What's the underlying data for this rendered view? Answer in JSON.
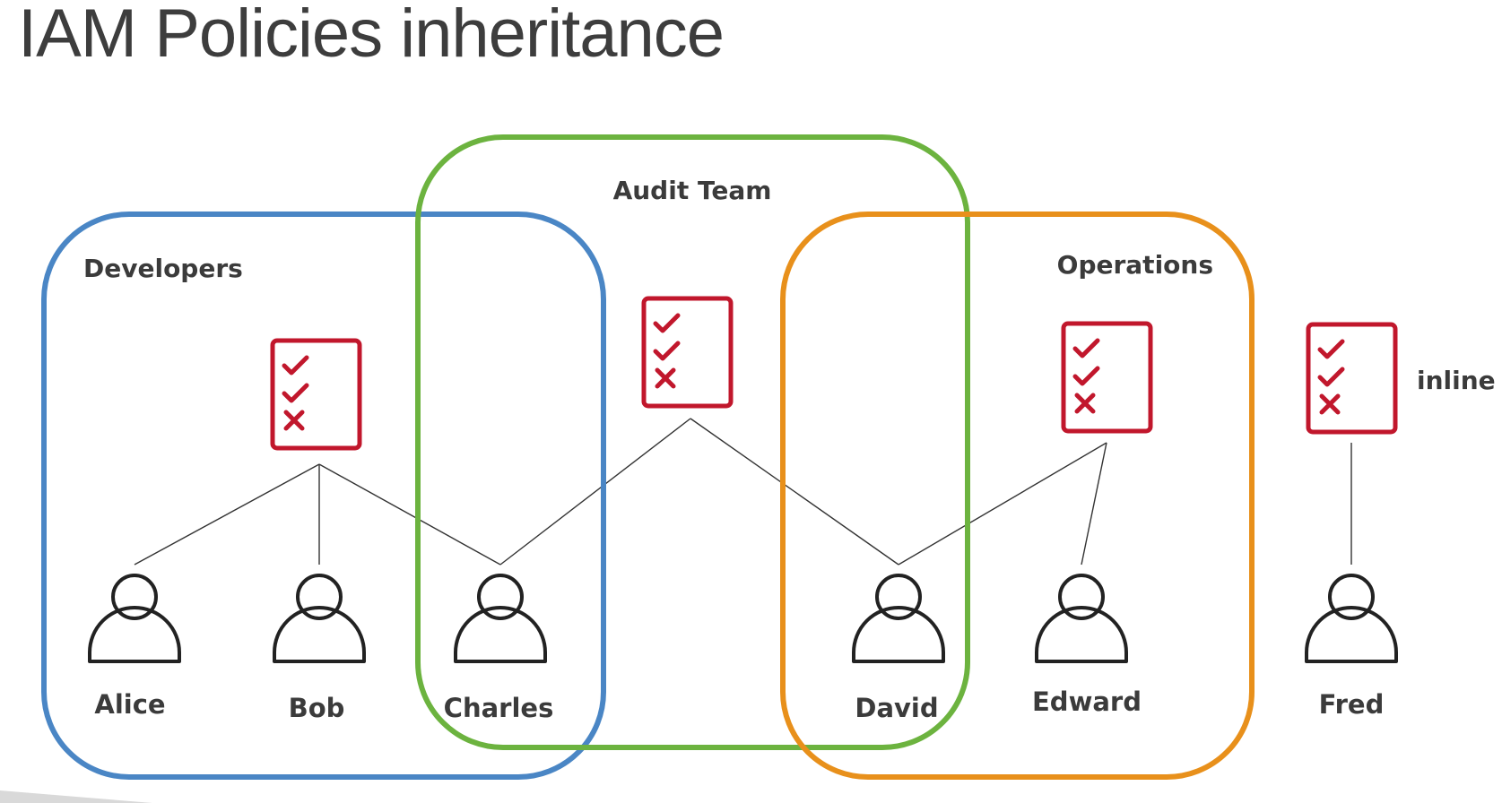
{
  "title": "IAM Policies inheritance",
  "colors": {
    "developers": "#4a86c5",
    "audit_team": "#6cb33f",
    "operations": "#e8901b",
    "policy": "#c1172c",
    "connector": "#333333",
    "user": "#222222",
    "title": "#3d3d3d"
  },
  "groups": {
    "developers": {
      "label": "Developers"
    },
    "audit_team": {
      "label": "Audit Team"
    },
    "operations": {
      "label": "Operations"
    }
  },
  "policies": {
    "developers": {
      "icon": "policy-document-icon",
      "items": [
        "check",
        "check",
        "cross"
      ]
    },
    "audit_team": {
      "icon": "policy-document-icon",
      "items": [
        "check",
        "check",
        "cross"
      ]
    },
    "operations": {
      "icon": "policy-document-icon",
      "items": [
        "check",
        "check",
        "cross"
      ]
    },
    "inline": {
      "icon": "policy-document-icon",
      "items": [
        "check",
        "check",
        "cross"
      ],
      "label": "inline"
    }
  },
  "users": {
    "alice": {
      "name": "Alice",
      "icon": "user-icon"
    },
    "bob": {
      "name": "Bob",
      "icon": "user-icon"
    },
    "charles": {
      "name": "Charles",
      "icon": "user-icon"
    },
    "david": {
      "name": "David",
      "icon": "user-icon"
    },
    "edward": {
      "name": "Edward",
      "icon": "user-icon"
    },
    "fred": {
      "name": "Fred",
      "icon": "user-icon"
    }
  }
}
